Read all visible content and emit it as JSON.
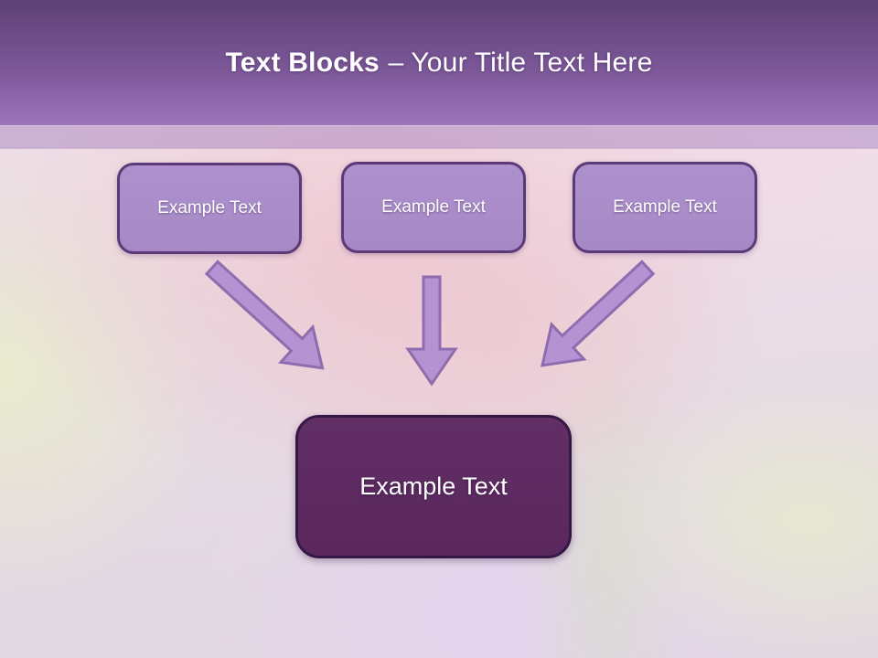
{
  "slide": {
    "header": {
      "title_bold": "Text Blocks",
      "title_rest": "– Your Title Text Here"
    },
    "diagram": {
      "top_blocks": [
        {
          "label": "Example Text"
        },
        {
          "label": "Example Text"
        },
        {
          "label": "Example Text"
        }
      ],
      "center_block": {
        "label": "Example Text"
      },
      "arrow_icons": [
        "arrow-down-right-icon",
        "arrow-down-icon",
        "arrow-down-left-icon"
      ]
    },
    "colors": {
      "header_gradient_top": "#5e4175",
      "header_gradient_bottom": "#9c74ba",
      "subheader_band": "#cdb4d6",
      "top_block_fill": "#a98cc9",
      "top_block_border": "#5c3a78",
      "center_block_fill": "#5e2b62",
      "center_block_border": "#351745",
      "arrow_fill": "#b593d3",
      "arrow_outline": "#8f6cae",
      "title_text": "#ffffff"
    }
  }
}
